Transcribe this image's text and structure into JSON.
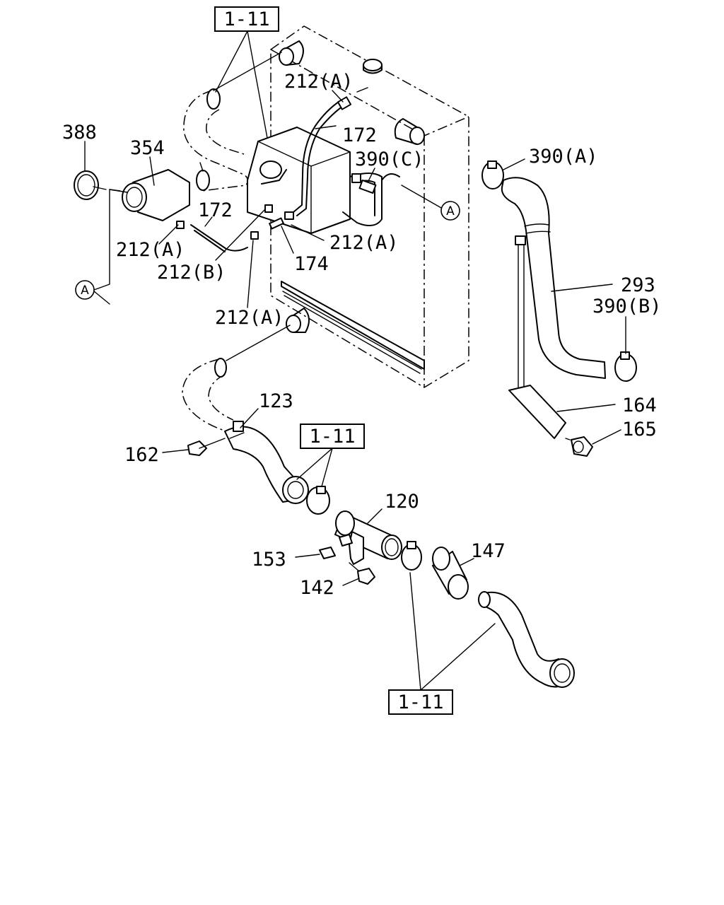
{
  "diagram": {
    "ref_boxes": {
      "top": "1-11",
      "middle": "1-11",
      "bottom": "1-11"
    },
    "callouts": {
      "c388": "388",
      "c354": "354",
      "c172_upper": "172",
      "c172_left": "172",
      "c212A_top": "212(A)",
      "c390C": "390(C)",
      "c390A": "390(A)",
      "c212A_mid": "212(A)",
      "c212A_left": "212(A)",
      "c212B": "212(B)",
      "c174": "174",
      "c212A_low": "212(A)",
      "c293": "293",
      "c390B": "390(B)",
      "c164": "164",
      "c165": "165",
      "c123": "123",
      "c162": "162",
      "c120": "120",
      "c147": "147",
      "c153": "153",
      "c142": "142"
    },
    "connectors": {
      "left": "A",
      "right": "A"
    }
  }
}
